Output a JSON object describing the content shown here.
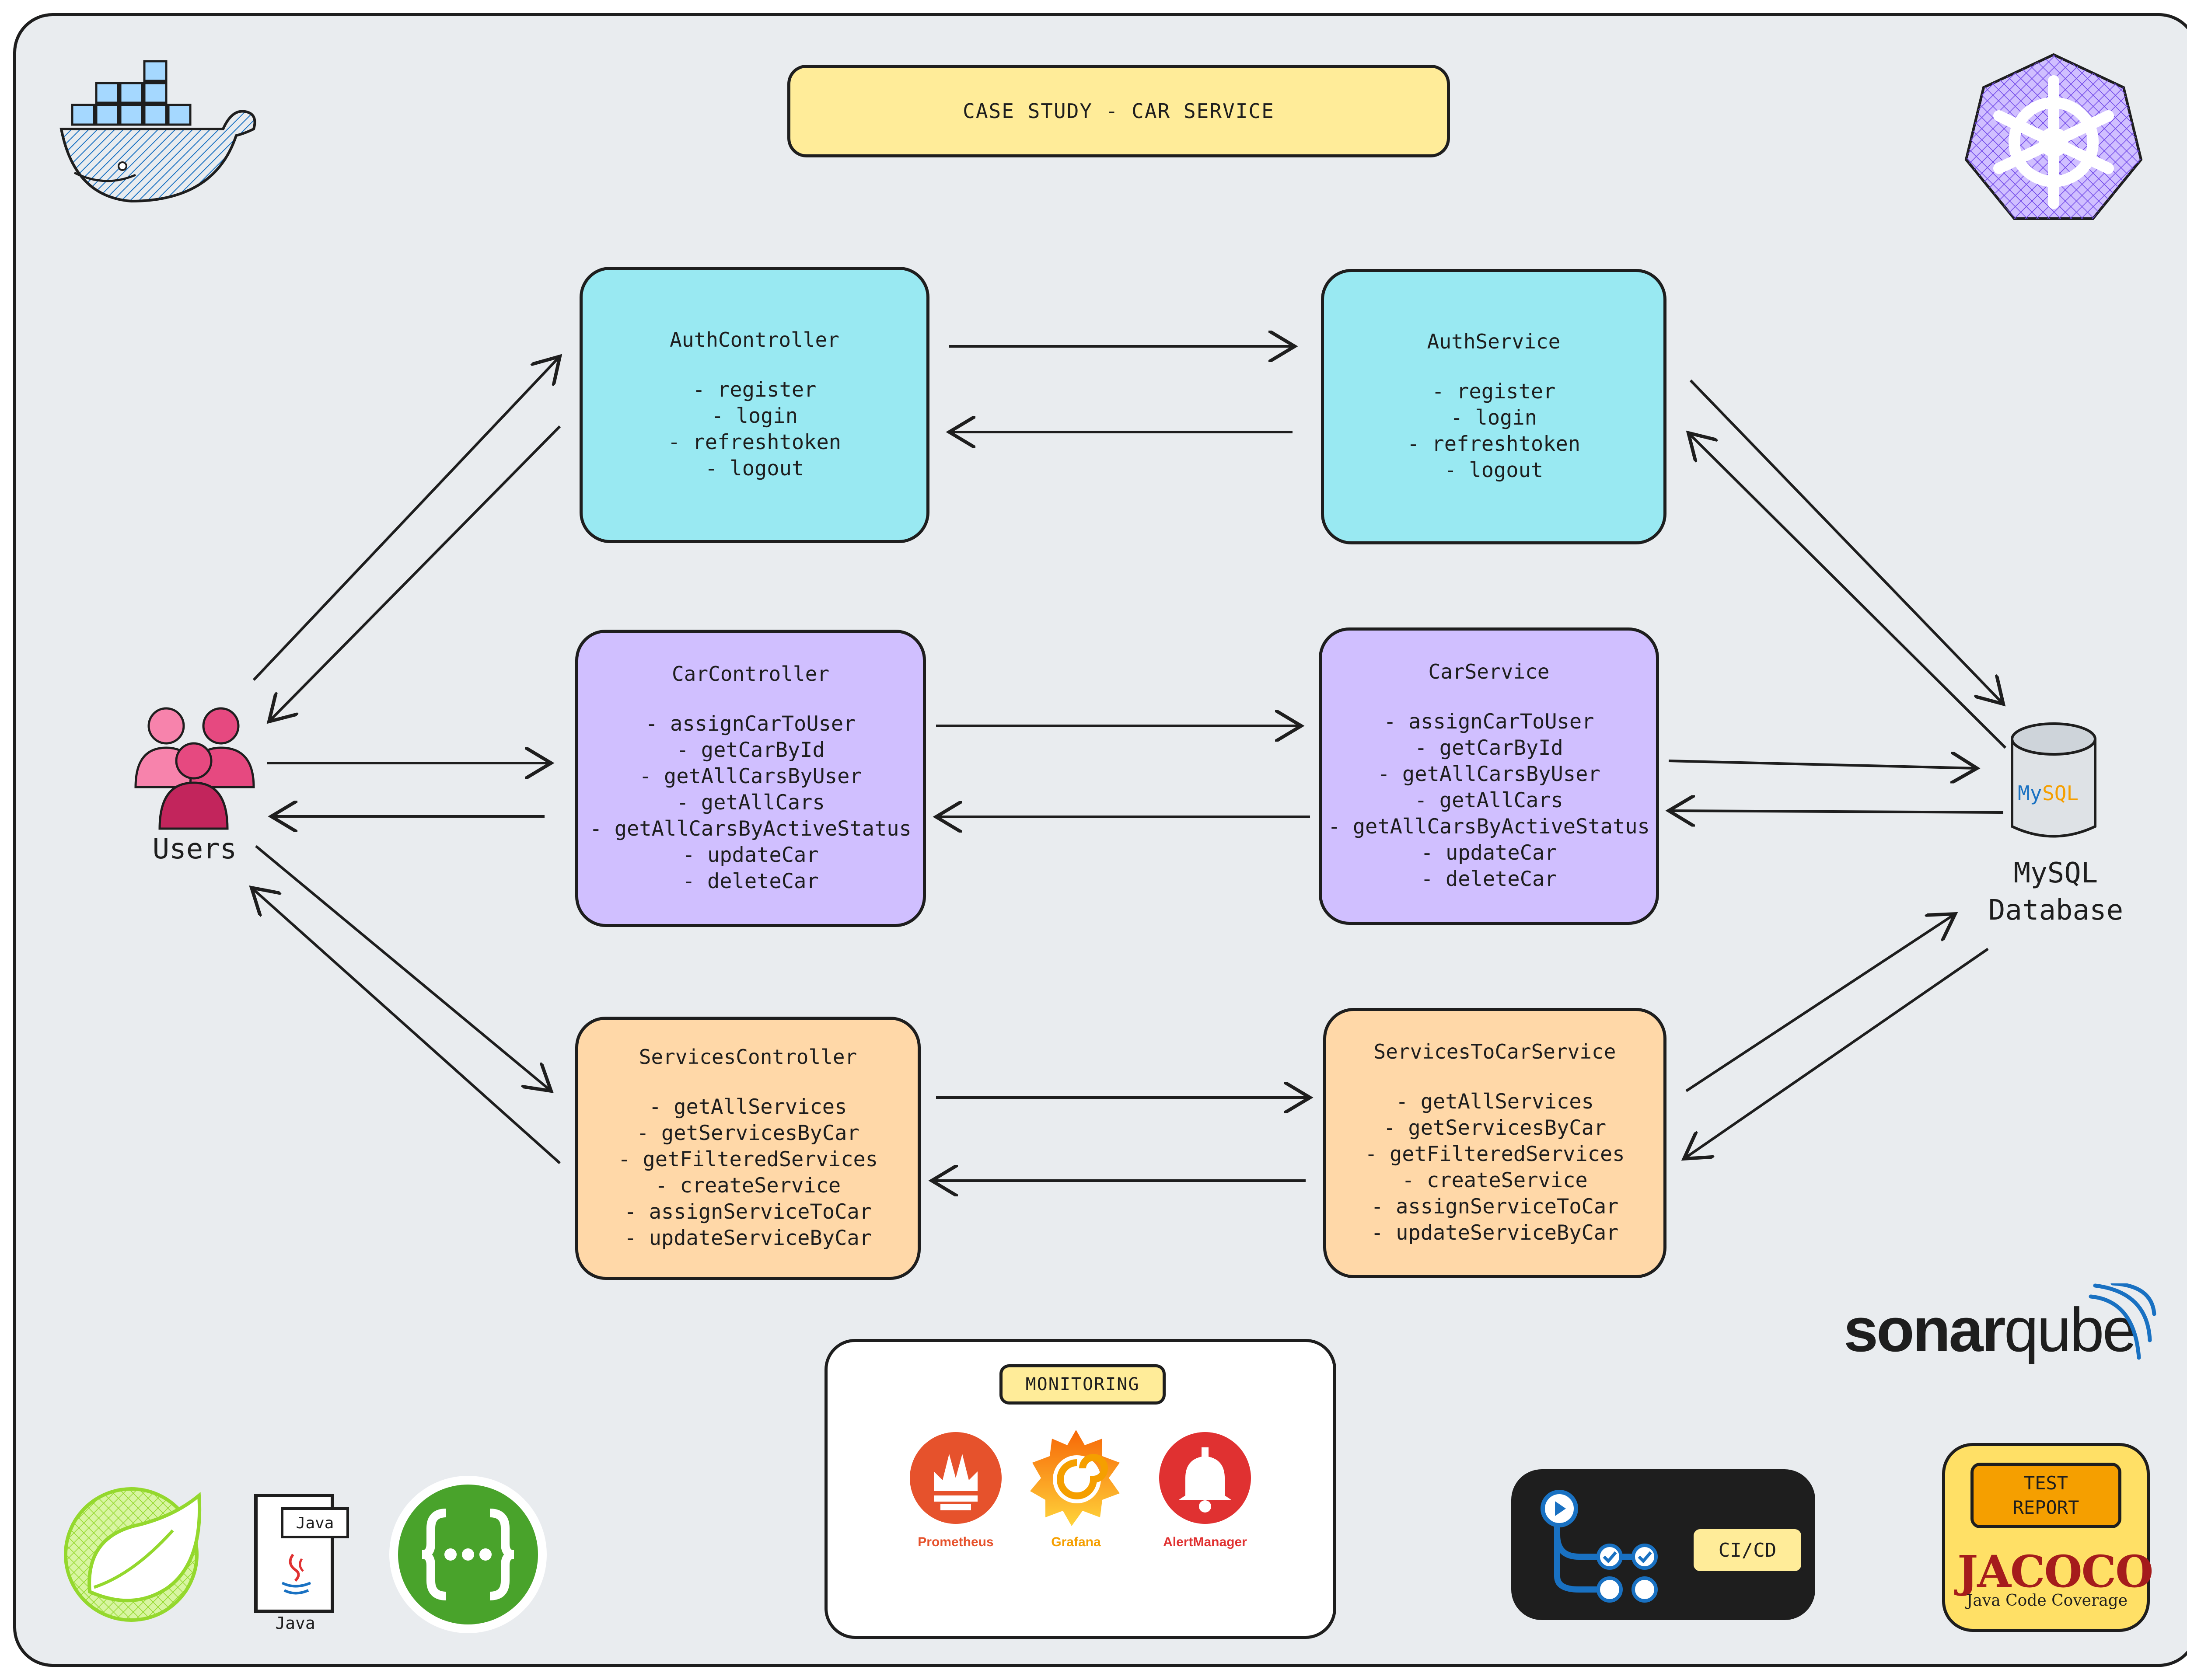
{
  "title": "CASE STUDY - CAR SERVICE",
  "users_label": "Users",
  "database_label": [
    "MySQL",
    "Database"
  ],
  "database_logo": {
    "my": "My",
    "sql": "SQL"
  },
  "boxes": {
    "auth_controller": {
      "title": "AuthController",
      "methods": [
        "- register",
        "- login",
        "- refreshtoken",
        "- logout"
      ]
    },
    "auth_service": {
      "title": "AuthService",
      "methods": [
        "- register",
        "- login",
        "- refreshtoken",
        "- logout"
      ]
    },
    "car_controller": {
      "title": "CarController",
      "methods": [
        "- assignCarToUser",
        "- getCarById",
        "- getAllCarsByUser",
        "- getAllCars",
        "- getAllCarsByActiveStatus",
        "- updateCar",
        "- deleteCar"
      ]
    },
    "car_service": {
      "title": "CarService",
      "methods": [
        "- assignCarToUser",
        "- getCarById",
        "- getAllCarsByUser",
        "- getAllCars",
        "- getAllCarsByActiveStatus",
        "- updateCar",
        "- deleteCar"
      ]
    },
    "services_controller": {
      "title": "ServicesController",
      "methods": [
        "- getAllServices",
        "- getServicesByCar",
        "- getFilteredServices",
        "- createService",
        "- assignServiceToCar",
        "- updateServiceByCar"
      ]
    },
    "services_to_car_service": {
      "title": "ServicesToCarService",
      "methods": [
        "- getAllServices",
        "- getServicesByCar",
        "- getFilteredServices",
        "- createService",
        "- assignServiceToCar",
        "- updateServiceByCar"
      ]
    }
  },
  "monitoring": {
    "title": "MONITORING",
    "tools": [
      "Prometheus",
      "Grafana",
      "AlertManager"
    ]
  },
  "cicd_label": "CI/CD",
  "test_report": {
    "lines": [
      "TEST",
      "REPORT"
    ],
    "brand": "JACOCO",
    "subtitle": "Java Code Coverage"
  },
  "java": {
    "tag": "Java",
    "caption": "Java"
  },
  "sonarqube": {
    "sonar": "sonar",
    "qube": "qube"
  },
  "icons": [
    "docker-icon",
    "kubernetes-icon",
    "users-icon",
    "mysql-database-icon",
    "spring-icon",
    "java-icon",
    "swagger-icon",
    "prometheus-icon",
    "grafana-icon",
    "alertmanager-icon",
    "cicd-pipeline-icon",
    "sonarqube-icon",
    "jacoco-icon"
  ],
  "colors": {
    "auth": "#99e9f2",
    "car": "#d0bfff",
    "services": "#ffd8a8",
    "title": "#ffec99",
    "canvas": "#e9ecef",
    "users": "#e64980"
  }
}
